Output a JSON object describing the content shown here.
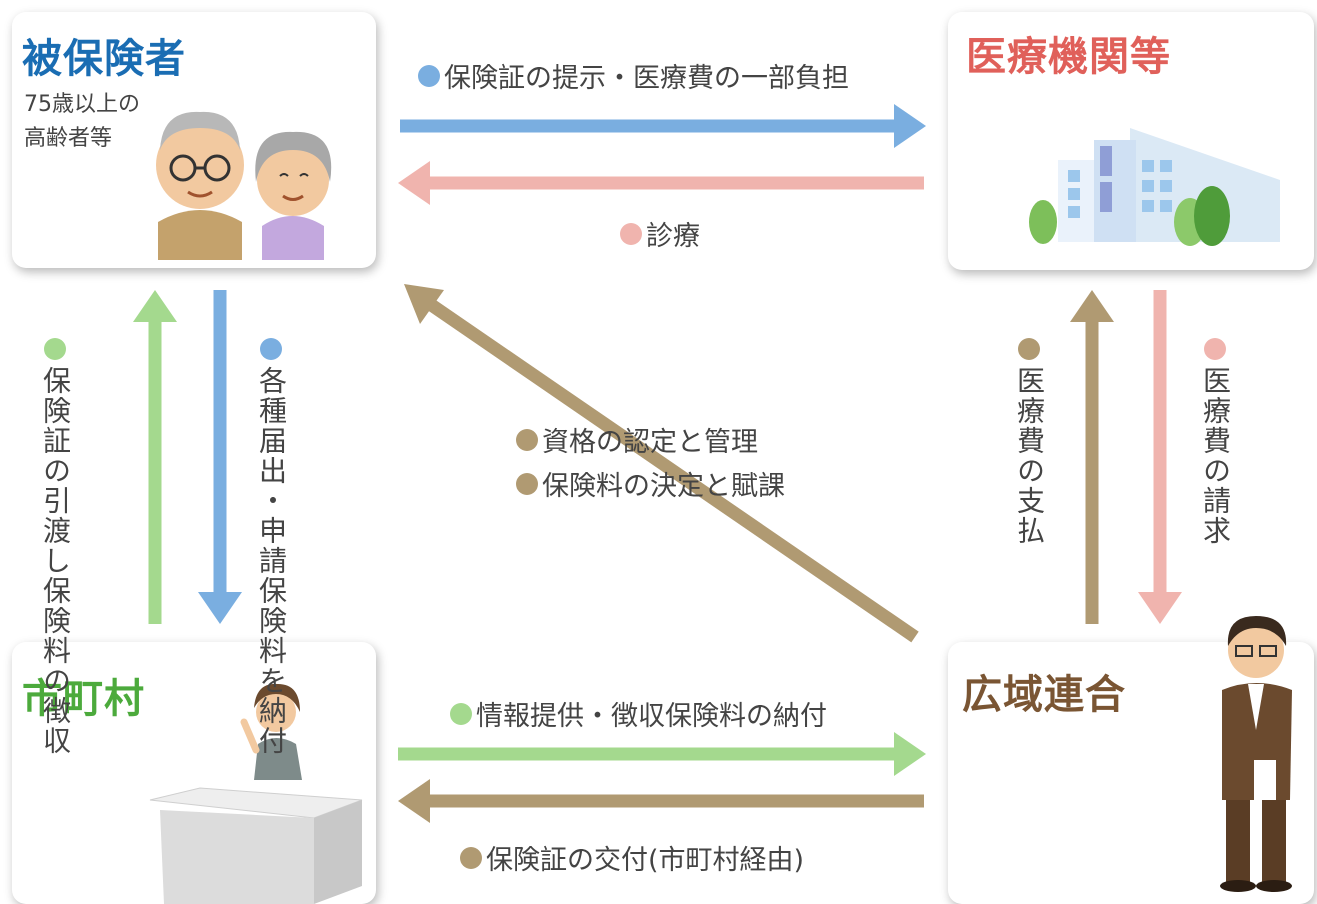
{
  "nodes": {
    "insured": {
      "title": "被保険者",
      "subtitle_line1": "75歳以上の",
      "subtitle_line2": "高齢者等",
      "color": "#1a6db3"
    },
    "medical": {
      "title": "医療機関等",
      "color": "#e0605a"
    },
    "municipality": {
      "title": "市町村",
      "color": "#4caa3c"
    },
    "union": {
      "title": "広域連合",
      "color": "#7a5533"
    }
  },
  "flows": {
    "present_card": "保険証の提示・医療費の一部負担",
    "treatment": "診療",
    "eligibility": "資格の認定と管理",
    "premium_decision": "保険料の決定と賦課",
    "delivery_collection_line1": "保険証の引渡し",
    "delivery_collection_line2": "保険料の徴収",
    "applications_line1": "各種届出・申請",
    "applications_line2": "保険料を納付",
    "payment": "医療費の支払",
    "claim": "医療費の請求",
    "info_provision": "情報提供・徴収保険料の納付",
    "card_issue": "保険証の交付(市町村経由)"
  },
  "colors": {
    "blue": "#7aaee0",
    "pink": "#f0b4ae",
    "green": "#a4d98e",
    "brown": "#b09a72"
  }
}
